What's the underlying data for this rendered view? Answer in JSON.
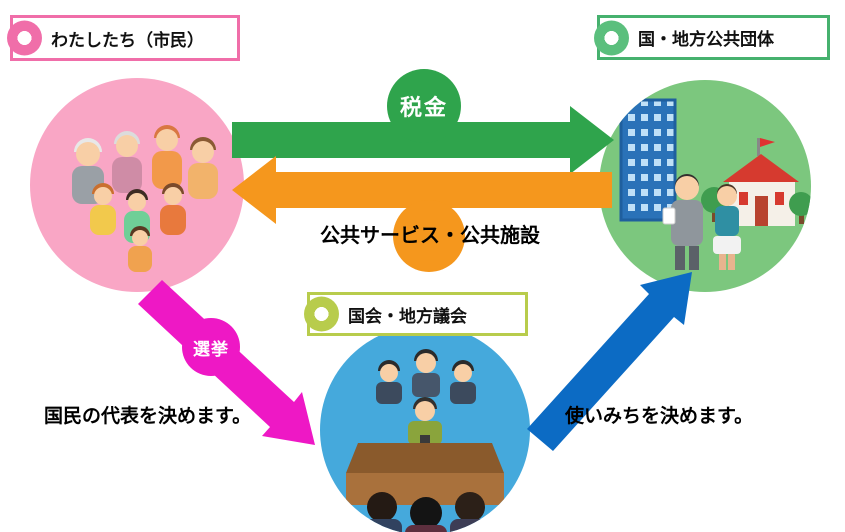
{
  "page": {
    "background": "#ffffff"
  },
  "nodes": {
    "citizens": {
      "label": "わたしたち（市民）",
      "fill": "#f9a6c5",
      "border": "#f06ea9"
    },
    "government": {
      "label": "国・地方公共団体",
      "fill": "#7cc77e",
      "border": "#46b16e"
    },
    "assembly": {
      "label": "国会・地方議会",
      "fill": "#45a9dc",
      "border": "#b8cc4c"
    }
  },
  "arrows": {
    "tax": {
      "label": "税金",
      "color": "#2fa44c",
      "direction": "citizens-to-government"
    },
    "public_service": {
      "label": "公共サービス・公共施設",
      "color": "#f5971d",
      "direction": "government-to-citizens"
    },
    "election": {
      "label": "選挙",
      "color": "#ee18c5",
      "direction": "citizens-to-assembly"
    },
    "budget": {
      "label": "",
      "color": "#0c6bc4",
      "direction": "assembly-to-government"
    }
  },
  "captions": {
    "elect_representatives": "国民の代表を決めます。",
    "decide_usage": "使いみちを決めます。"
  },
  "icons": {
    "citizens_bullet": "donut-circle",
    "government_bullet": "donut-circle",
    "assembly_bullet": "donut-circle"
  }
}
